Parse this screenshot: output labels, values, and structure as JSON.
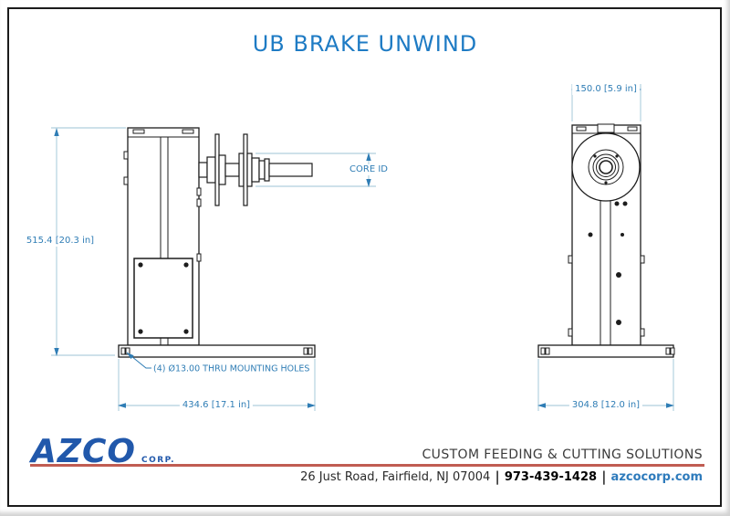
{
  "title": "UB BRAKE UNWIND",
  "views": {
    "front": {
      "height_dim": "515.4 [20.3 in]",
      "base_width_dim": "434.6 [17.1 in]",
      "core_id_label": "CORE ID",
      "mounting_note": "(4) Ø13.00 THRU MOUNTING HOLES"
    },
    "side": {
      "top_width_dim": "150.0 [5.9 in]",
      "base_width_dim": "304.8 [12.0 in]"
    }
  },
  "footer": {
    "logo": "AZCO",
    "logo_suffix": "CORP.",
    "tagline": "CUSTOM FEEDING & CUTTING SOLUTIONS",
    "address": "26 Just Road, Fairfield, NJ 07004",
    "phone": "973-439-1428",
    "website": "azcocorp.com",
    "divider": "|"
  },
  "colors": {
    "title_blue": "#1e7bc4",
    "dimension_text_blue": "#2f7db5",
    "dimension_line_blue": "#9cc3d6",
    "drawing_line_black": "#1d1d1d",
    "logo_blue": "#2158ab",
    "rule_red": "#c05c52",
    "website_blue": "#2e7bbc"
  }
}
